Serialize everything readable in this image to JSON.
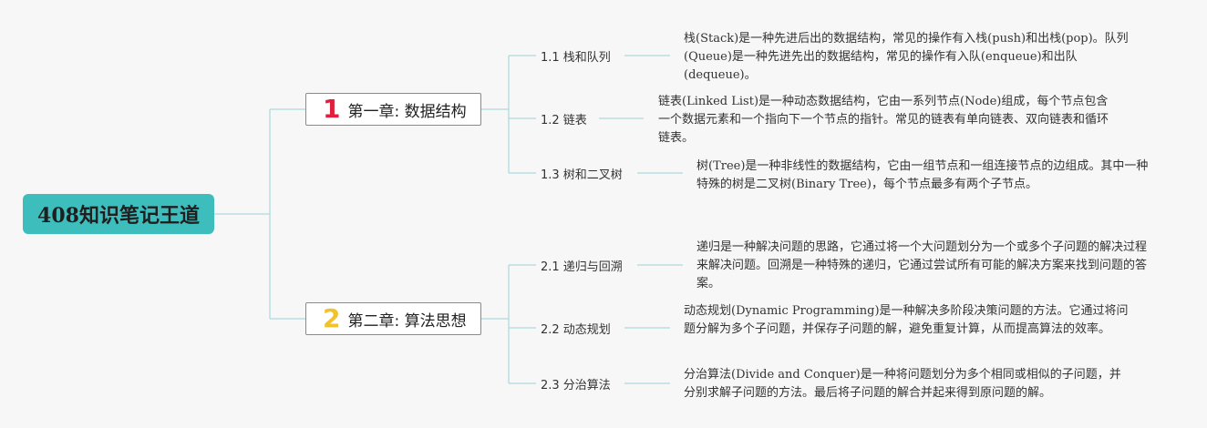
{
  "root": {
    "label": "408知识笔记王道"
  },
  "chapters": [
    {
      "number": "1",
      "label": "第一章: 数据结构",
      "color": "#e0203a",
      "topics": [
        {
          "label": "1.1 栈和队列",
          "desc": "栈(Stack)是一种先进后出的数据结构，常见的操作有入栈(push)和出栈(pop)。队列(Queue)是一种先进先出的数据结构，常见的操作有入队(enqueue)和出队(dequeue)。"
        },
        {
          "label": "1.2 链表",
          "desc": "链表(Linked List)是一种动态数据结构，它由一系列节点(Node)组成，每个节点包含一个数据元素和一个指向下一个节点的指针。常见的链表有单向链表、双向链表和循环链表。"
        },
        {
          "label": "1.3 树和二叉树",
          "desc": "树(Tree)是一种非线性的数据结构，它由一组节点和一组连接节点的边组成。其中一种特殊的树是二叉树(Binary Tree)，每个节点最多有两个子节点。"
        }
      ]
    },
    {
      "number": "2",
      "label": "第二章: 算法思想",
      "color": "#f2c12e",
      "topics": [
        {
          "label": "2.1 递归与回溯",
          "desc": "递归是一种解决问题的思路，它通过将一个大问题划分为一个或多个子问题的解决过程来解决问题。回溯是一种特殊的递归，它通过尝试所有可能的解决方案来找到问题的答案。"
        },
        {
          "label": "2.2 动态规划",
          "desc": "动态规划(Dynamic Programming)是一种解决多阶段决策问题的方法。它通过将问题分解为多个子问题，并保存子问题的解，避免重复计算，从而提高算法的效率。"
        },
        {
          "label": "2.3 分治算法",
          "desc": "分治算法(Divide and Conquer)是一种将问题划分为多个相同或相似的子问题，并分别求解子问题的方法。最后将子问题的解合并起来得到原问题的解。"
        }
      ]
    }
  ],
  "colors": {
    "link": "#b9dde0",
    "root_fill": "#3ebdbd"
  }
}
